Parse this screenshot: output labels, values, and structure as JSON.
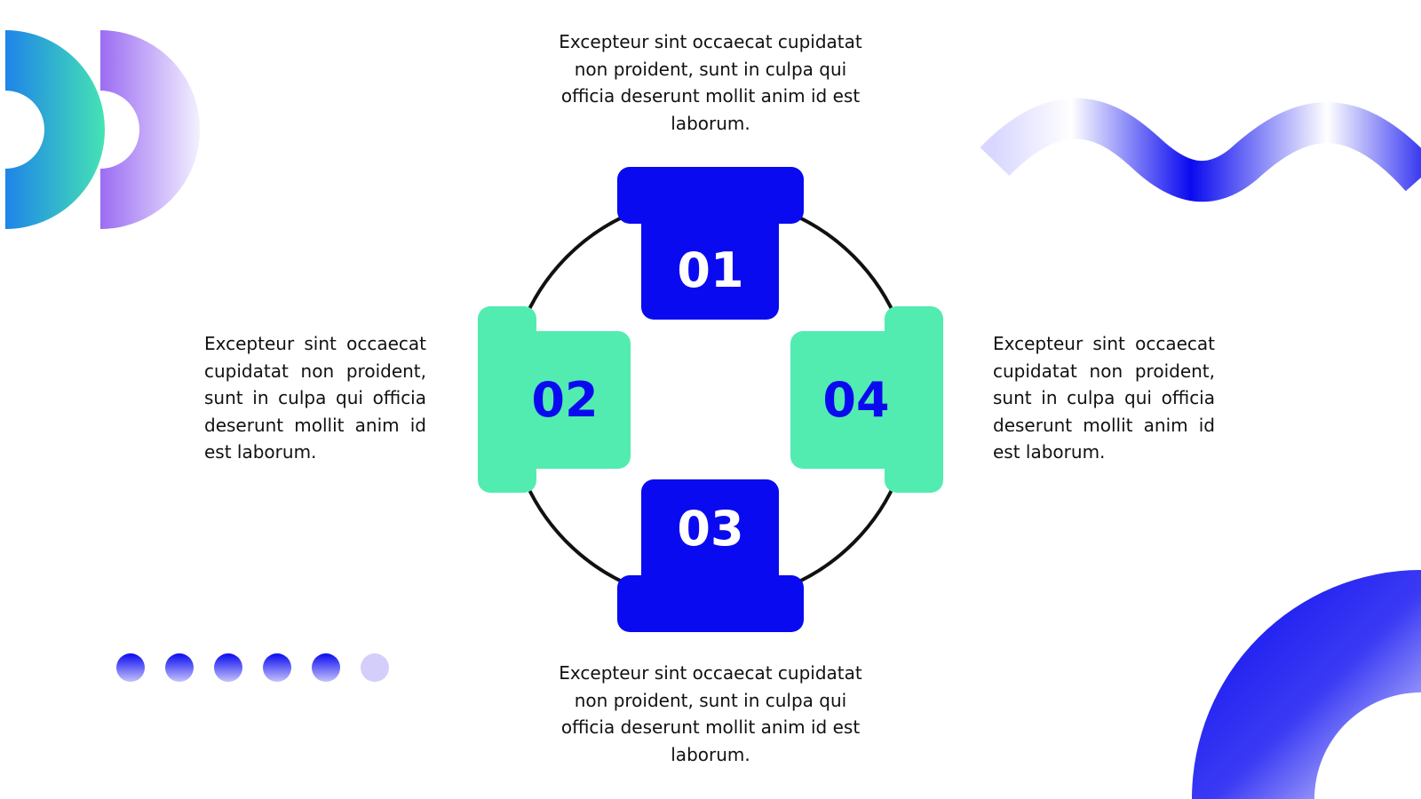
{
  "colors": {
    "primary_blue": "#0a0af0",
    "mint": "#52ecb0",
    "ring": "#111111",
    "text": "#111111",
    "purple": "#9b6cf2",
    "teal": "#45e3b4",
    "sky": "#1e84e8",
    "lavender": "#d3cffa"
  },
  "steps": [
    {
      "number": "01",
      "text": "Excepteur sint occaecat cupidatat non proident, sunt in culpa qui officia deserunt mollit anim id est laborum."
    },
    {
      "number": "02",
      "text": "Excepteur sint occaecat cupidatat non proident, sunt in culpa qui officia deserunt mollit anim id est laborum."
    },
    {
      "number": "03",
      "text": "Excepteur sint occaecat cupidatat non proident, sunt in culpa qui officia deserunt mollit anim id est laborum."
    },
    {
      "number": "04",
      "text": "Excepteur sint occaecat cupidatat non proident, sunt in culpa qui officia deserunt mollit anim id est laborum."
    }
  ],
  "dots": {
    "total": 6,
    "active": 5
  }
}
